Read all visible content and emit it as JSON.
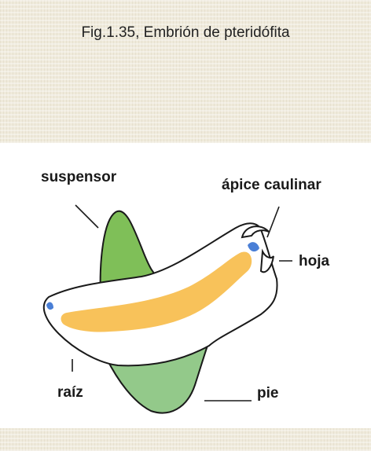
{
  "title": "Fig.1.35, Embrión de pteridófita",
  "labels": {
    "suspensor": "suspensor",
    "apex": "ápice caulinar",
    "leaf": "hoja",
    "root": "raíz",
    "foot": "pie"
  },
  "colors": {
    "background_paper": "#efeadb",
    "suspensor_green": "#7fbf58",
    "foot_green": "#93c98a",
    "body_white": "#ffffff",
    "core_orange": "#f8c25a",
    "meristem_blue": "#4a7fd6",
    "outline": "#1a1a1a"
  }
}
